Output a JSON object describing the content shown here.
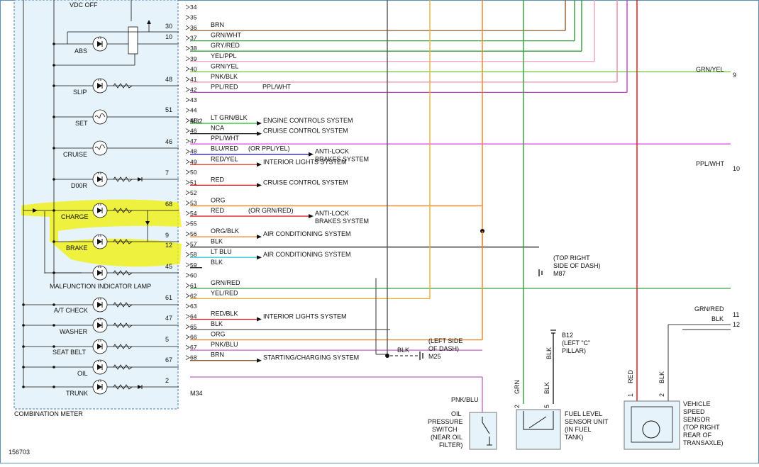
{
  "figure_id": "156703",
  "combination_meter": {
    "label": "COMBINATION METER",
    "top_label": "VDC OFF",
    "connector_a": "M32",
    "connector_b": "M34",
    "lamps": [
      {
        "id": "abs",
        "label": "ABS",
        "pins": [
          "30",
          "10"
        ]
      },
      {
        "id": "slip",
        "label": "SLIP",
        "pins": [
          "48"
        ]
      },
      {
        "id": "set",
        "label": "SET",
        "pins": [
          "51"
        ]
      },
      {
        "id": "cruise",
        "label": "CRUISE",
        "pins": [
          "46"
        ]
      },
      {
        "id": "door",
        "label": "D00R",
        "pins": [
          "7"
        ]
      },
      {
        "id": "charge",
        "label": "CHARGE",
        "pins": [
          "68"
        ]
      },
      {
        "id": "brake",
        "label": "BRAKE",
        "pins": [
          "9",
          "12"
        ]
      },
      {
        "id": "mil",
        "label": "MALFUNCTION INDICATOR LAMP",
        "pins": [
          "45"
        ]
      },
      {
        "id": "atcheck",
        "label": "A/T CHECK",
        "pins": [
          "61"
        ]
      },
      {
        "id": "washer",
        "label": "WASHER",
        "pins": [
          "47"
        ]
      },
      {
        "id": "seatbelt",
        "label": "SEAT BELT",
        "pins": [
          "5"
        ]
      },
      {
        "id": "oil",
        "label": "OIL",
        "pins": [
          "67"
        ]
      },
      {
        "id": "trunk",
        "label": "TRUNK",
        "pins": [
          "2"
        ]
      }
    ]
  },
  "wires": [
    {
      "pin": "34",
      "color": "",
      "color_hex": "#000000"
    },
    {
      "pin": "35",
      "color": "",
      "color_hex": "#000000"
    },
    {
      "pin": "36",
      "color": "BRN",
      "color_hex": "#8b5a2b"
    },
    {
      "pin": "37",
      "color": "GRN/WHT",
      "color_hex": "#2e9e3a"
    },
    {
      "pin": "38",
      "color": "GRY/RED",
      "color_hex": "#2e9e3a"
    },
    {
      "pin": "39",
      "color": "YEL/PPL",
      "color_hex": "#f0a0c8"
    },
    {
      "pin": "40",
      "color": "GRN/YEL",
      "color_hex": "#7ac943"
    },
    {
      "pin": "41",
      "color": "PNK/BLK",
      "color_hex": "#e88aa8"
    },
    {
      "pin": "42",
      "color": "PPL/RED",
      "color_hex": "#c040c0",
      "extra": "PPL/WHT"
    },
    {
      "pin": "43",
      "color": "",
      "color_hex": "#000000"
    },
    {
      "pin": "44",
      "color": "",
      "color_hex": "#000000"
    },
    {
      "pin": "45",
      "color": "LT GRN/BLK",
      "color_hex": "#3cc43c",
      "dest": "ENGINE CONTROLS SYSTEM"
    },
    {
      "pin": "46",
      "color": "NCA",
      "color_hex": "#111111",
      "dest": "CRUISE CONTROL SYSTEM"
    },
    {
      "pin": "47",
      "color": "PPL/WHT",
      "color_hex": "#e040e0"
    },
    {
      "pin": "48",
      "color": "BLU/RED",
      "color_hex": "#2020d0",
      "note": "(OR PPL/YEL)",
      "dest": "ANTI-LOCK",
      "dest2": "BRAKES SYSTEM"
    },
    {
      "pin": "49",
      "color": "RED/YEL",
      "color_hex": "#e03020",
      "dest": "INTERIOR LIGHTS SYSTEM"
    },
    {
      "pin": "50",
      "color": "",
      "color_hex": "#000000"
    },
    {
      "pin": "51",
      "color": "RED",
      "color_hex": "#e01010",
      "dest": "CRUISE CONTROL SYSTEM"
    },
    {
      "pin": "52",
      "color": "",
      "color_hex": "#000000"
    },
    {
      "pin": "53",
      "color": "ORG",
      "color_hex": "#f08020"
    },
    {
      "pin": "54",
      "color": "RED",
      "color_hex": "#e01010",
      "note": "(OR GRN/RED)",
      "dest": "ANTI-LOCK",
      "dest2": "BRAKES SYSTEM"
    },
    {
      "pin": "55",
      "color": "",
      "color_hex": "#000000"
    },
    {
      "pin": "56",
      "color": "ORG/BLK",
      "color_hex": "#f08020",
      "dest": "AIR CONDITIONING SYSTEM"
    },
    {
      "pin": "57",
      "color": "BLK",
      "color_hex": "#111111"
    },
    {
      "pin": "58",
      "color": "LT BLU",
      "color_hex": "#30d0e0",
      "dest": "AIR CONDITIONING SYSTEM"
    },
    {
      "pin": "59",
      "color": "BLK",
      "color_hex": "#111111"
    },
    {
      "pin": "60",
      "color": "",
      "color_hex": "#666666"
    },
    {
      "pin": "61",
      "color": "GRN/RED",
      "color_hex": "#2e9e3a"
    },
    {
      "pin": "62",
      "color": "YEL/RED",
      "color_hex": "#f0b030"
    },
    {
      "pin": "63",
      "color": "",
      "color_hex": "#000000"
    },
    {
      "pin": "64",
      "color": "RED/BLK",
      "color_hex": "#e01010",
      "dest": "INTERIOR LIGHTS SYSTEM"
    },
    {
      "pin": "65",
      "color": "BLK",
      "color_hex": "#666666"
    },
    {
      "pin": "66",
      "color": "ORG",
      "color_hex": "#f08020"
    },
    {
      "pin": "67",
      "color": "PNK/BLU",
      "color_hex": "#c060c0"
    },
    {
      "pin": "68",
      "color": "BRN",
      "color_hex": "#8b5a2b",
      "dest": "STARTING/CHARGING SYSTEM"
    }
  ],
  "right_connector": [
    {
      "pin": "9",
      "color": "GRN/YEL"
    },
    {
      "pin": "10",
      "color": "PPL/WHT"
    },
    {
      "pin": "11",
      "color": "GRN/RED"
    },
    {
      "pin": "12",
      "color": "BLK"
    }
  ],
  "grounds": {
    "m87": {
      "lines": [
        "(TOP RIGHT",
        "SIDE OF DASH)"
      ],
      "id": "M87"
    },
    "m25": {
      "wire": "BLK",
      "lines": [
        "(LEFT SIDE",
        "OF DASH)"
      ],
      "id": "M25"
    },
    "b12": {
      "id": "B12",
      "lines": [
        "(LEFT \"C\"",
        "PILLAR)"
      ],
      "wire": "BLK"
    }
  },
  "components": {
    "oil_switch": {
      "wire": "PNK/BLU",
      "lines": [
        "OIL",
        "PRESSURE",
        "SWITCH",
        "(NEAR OIL",
        "FILTER)"
      ]
    },
    "fuel_sensor": {
      "wire_a": "GRN",
      "wire_b": "BLK",
      "pin_a": "2",
      "pin_b": "5",
      "lines": [
        "FUEL LEVEL",
        "SENSOR UNIT",
        "(IN FUEL",
        "TANK)"
      ]
    },
    "vss": {
      "wire_a": "RED",
      "wire_b": "BLK",
      "pin_a": "1",
      "pin_b": "2",
      "lines": [
        "VEHICLE",
        "SPEED",
        "SENSOR",
        "(TOP RIGHT",
        "REAR OF",
        "TRANSAXLE)"
      ]
    }
  },
  "colors": {
    "panel": "#e6f3fa",
    "highlight": "#f2f000",
    "frame": "#5a8fb8"
  }
}
